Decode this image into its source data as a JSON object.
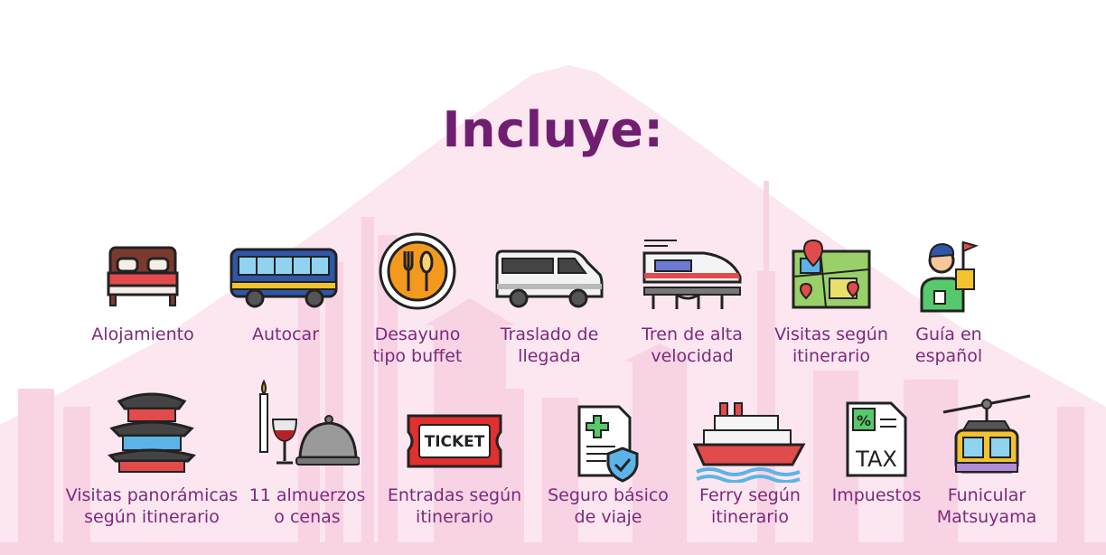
{
  "title": "Incluye:",
  "colors": {
    "title": "#6f1e70",
    "label": "#7b2a7c",
    "background_silhouette": "#fbe3ee",
    "background_buildings": "#f7ccdf"
  },
  "row1": [
    {
      "icon": "bed-icon",
      "label": [
        "Alojamiento"
      ]
    },
    {
      "icon": "bus-icon",
      "label": [
        "Autocar"
      ]
    },
    {
      "icon": "plate-cutlery-icon",
      "label": [
        "Desayuno",
        "tipo buffet"
      ]
    },
    {
      "icon": "van-icon",
      "label": [
        "Traslado de",
        "llegada"
      ]
    },
    {
      "icon": "bullet-train-icon",
      "label": [
        "Tren de alta",
        "velocidad"
      ]
    },
    {
      "icon": "map-pins-icon",
      "label": [
        "Visitas según",
        "itinerario"
      ]
    },
    {
      "icon": "tour-guide-icon",
      "label": [
        "Guía en",
        "español"
      ]
    }
  ],
  "row2": [
    {
      "icon": "temple-icon",
      "label": [
        "Visitas panorámicas",
        "según itinerario"
      ]
    },
    {
      "icon": "dinner-cloche-icon",
      "label": [
        "11 almuerzos",
        "o cenas"
      ]
    },
    {
      "icon": "ticket-icon",
      "label": [
        "Entradas según",
        "itinerario"
      ]
    },
    {
      "icon": "insurance-document-icon",
      "label": [
        "Seguro básico",
        "de viaje"
      ]
    },
    {
      "icon": "ferry-icon",
      "label": [
        "Ferry según",
        "itinerario"
      ]
    },
    {
      "icon": "tax-document-icon",
      "label": [
        "Impuestos"
      ]
    },
    {
      "icon": "cable-car-icon",
      "label": [
        "Funicular",
        "Matsuyama"
      ]
    }
  ],
  "ticket_text": "TICKET",
  "tax_text": "TAX",
  "percent_text": "%"
}
